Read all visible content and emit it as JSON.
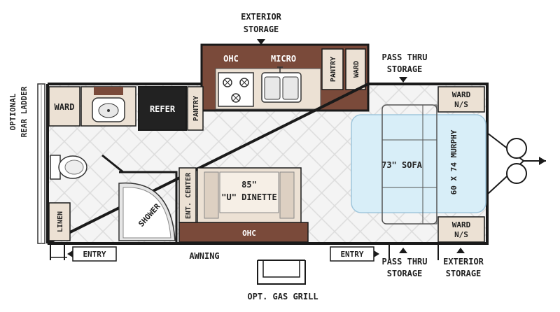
{
  "labels": {
    "exterior_storage_top": [
      "EXTERIOR",
      "STORAGE"
    ],
    "pass_thru_top": [
      "PASS THRU",
      "STORAGE"
    ],
    "ohc_top": "OHC",
    "micro": "MICRO",
    "pantry_top": "PANTRY",
    "ward_top": "WARD",
    "refer": "REFER",
    "pantry_side": "PANTRY",
    "ward_rear": "WARD",
    "rear_ladder": [
      "OPTIONAL",
      "REAR LADDER"
    ],
    "ward_ns_top": [
      "WARD",
      "N/S"
    ],
    "ward_ns_bottom": [
      "WARD",
      "N/S"
    ],
    "sofa": "73\" SOFA",
    "murphy": "60 X 74 MURPHY",
    "dinette": [
      "85\"",
      "\"U\" DINETTE"
    ],
    "ent_center": "ENT. CENTER",
    "ohc_bottom": "OHC",
    "shower": "SHOWER",
    "linen": "LINEN",
    "entry_left": "ENTRY",
    "entry_right": "ENTRY",
    "awning": "AWNING",
    "gas_grill": "OPT. GAS GRILL",
    "pass_thru_bottom": [
      "PASS THRU",
      "STORAGE"
    ],
    "exterior_storage_bottom": [
      "EXTERIOR",
      "STORAGE"
    ]
  },
  "colors": {
    "cabinet_brown": "#7a4a3a",
    "floor_tile": "#f2f2f2",
    "bed_blue": "#d8eef8",
    "wall": "#1a1a1a",
    "beige": "#ece1d4"
  }
}
